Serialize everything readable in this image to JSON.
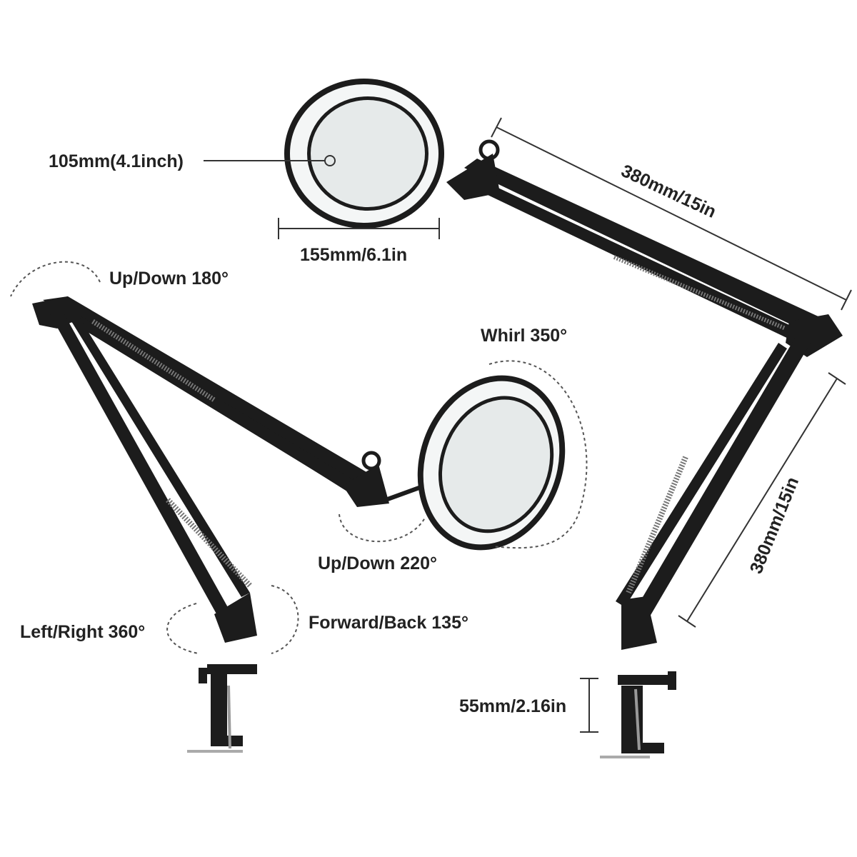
{
  "labels": {
    "lens_diameter": "105mm(4.1inch)",
    "head_width": "155mm/6.1in",
    "upper_arm_length": "380mm/15in",
    "lower_arm_length": "380mm/15in",
    "clamp_opening": "55mm/2.16in",
    "up_down_180": "Up/Down 180°",
    "whirl_350": "Whirl 350°",
    "up_down_220": "Up/Down 220°",
    "left_right_360": "Left/Right 360°",
    "forward_back_135": "Forward/Back 135°"
  },
  "colors": {
    "lamp_body": "#1c1c1c",
    "lens": "#e6eaea",
    "ring": "#f4f6f6"
  }
}
